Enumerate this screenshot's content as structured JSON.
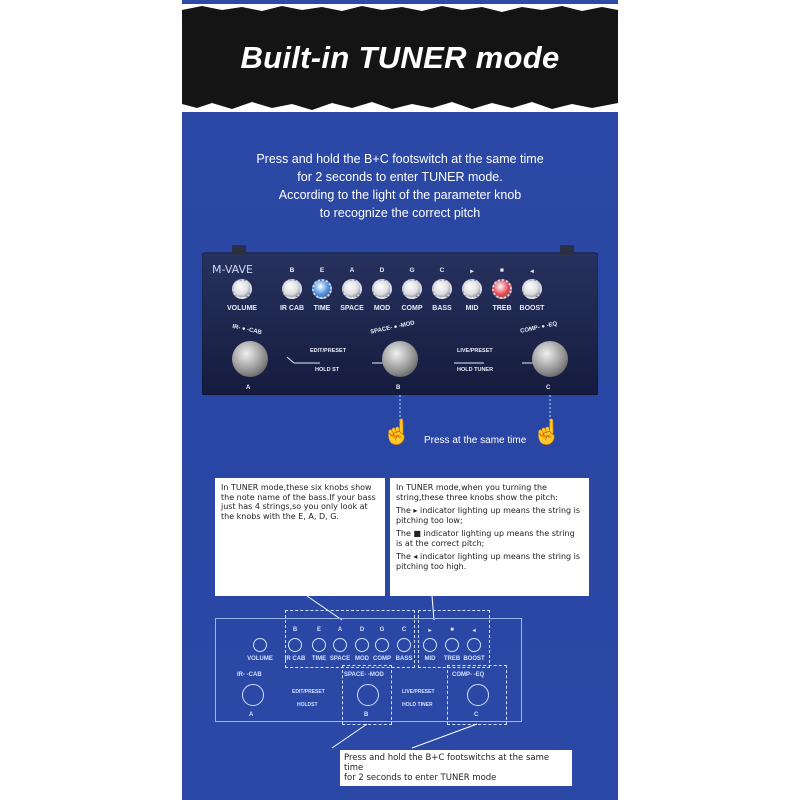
{
  "banner": {
    "title": "Built-in TUNER mode"
  },
  "instructions": [
    "Press and hold the B+C footswitch at the same time",
    "for 2 seconds to enter TUNER mode.",
    "According to the light of the parameter knob",
    "to recognize the correct pitch"
  ],
  "pedal": {
    "brand": "M-VAVE",
    "knobs": [
      {
        "label": "VOLUME",
        "note": "",
        "color": "#dddddd"
      },
      {
        "label": "IR CAB",
        "note": "B",
        "color": "#dddddd"
      },
      {
        "label": "TIME",
        "note": "E",
        "color": "#4a90e2"
      },
      {
        "label": "SPACE",
        "note": "A",
        "color": "#dddddd"
      },
      {
        "label": "MOD",
        "note": "D",
        "color": "#dddddd"
      },
      {
        "label": "COMP",
        "note": "G",
        "color": "#dddddd"
      },
      {
        "label": "BASS",
        "note": "C",
        "color": "#dddddd"
      },
      {
        "label": "MID",
        "note": "▸",
        "color": "#dddddd"
      },
      {
        "label": "TREB",
        "note": "■",
        "color": "#e94a55"
      },
      {
        "label": "BOOST",
        "note": "◂",
        "color": "#dddddd"
      }
    ],
    "footswitches": [
      {
        "top_label": "IR- ● -CAB",
        "bottom_label": "A"
      },
      {
        "top_label": "SPACE- ● -MOD",
        "bottom_label": "B"
      },
      {
        "top_label": "COMP- ● -EQ",
        "bottom_label": "C"
      }
    ],
    "edit_preset": "EDIT/PRESET",
    "hold_st": "HOLD ST",
    "live_preset": "LIVE/PRESET",
    "hold_tuner": "HOLD TUNER"
  },
  "press_caption": "Press at the same time",
  "note_left": "In TUNER mode,these six knobs show the note name of the bass.If your bass just has 4 strings,so you only look at the knobs with the E, A, D, G.",
  "note_right": {
    "intro": "In TUNER mode,when you turning the string,these three knobs show the pitch:",
    "line1": "The ▸ indicator lighting up means the string is pitching too low;",
    "line2": "The ■ indicator lighting up means the string is at the correct pitch;",
    "line3": "The ◂ indicator lighting up means the string is pitching too high."
  },
  "diagram": {
    "knob_labels": [
      "VOLUME",
      "IR CAB",
      "TIME",
      "SPACE",
      "MOD",
      "COMP",
      "BASS",
      "MID",
      "TREB",
      "BOOST"
    ],
    "notes": [
      "B",
      "E",
      "A",
      "D",
      "G",
      "C",
      "▸",
      "■",
      "◂"
    ],
    "sw_labels": [
      "IR- -CAB",
      "SPACE- -MOD",
      "COMP- -EQ"
    ],
    "sw_letters": [
      "A",
      "B",
      "C"
    ],
    "edit_preset": "EDIT/PRESET",
    "hold_st": "HOLDST",
    "live_preset": "LIVE/PRESET",
    "hold_tuner": "HOLD TINER"
  },
  "bottom_note": {
    "line1": "Press and hold the B+C footswitchs at the same time",
    "line2": "for 2 seconds to enter TUNER mode"
  }
}
